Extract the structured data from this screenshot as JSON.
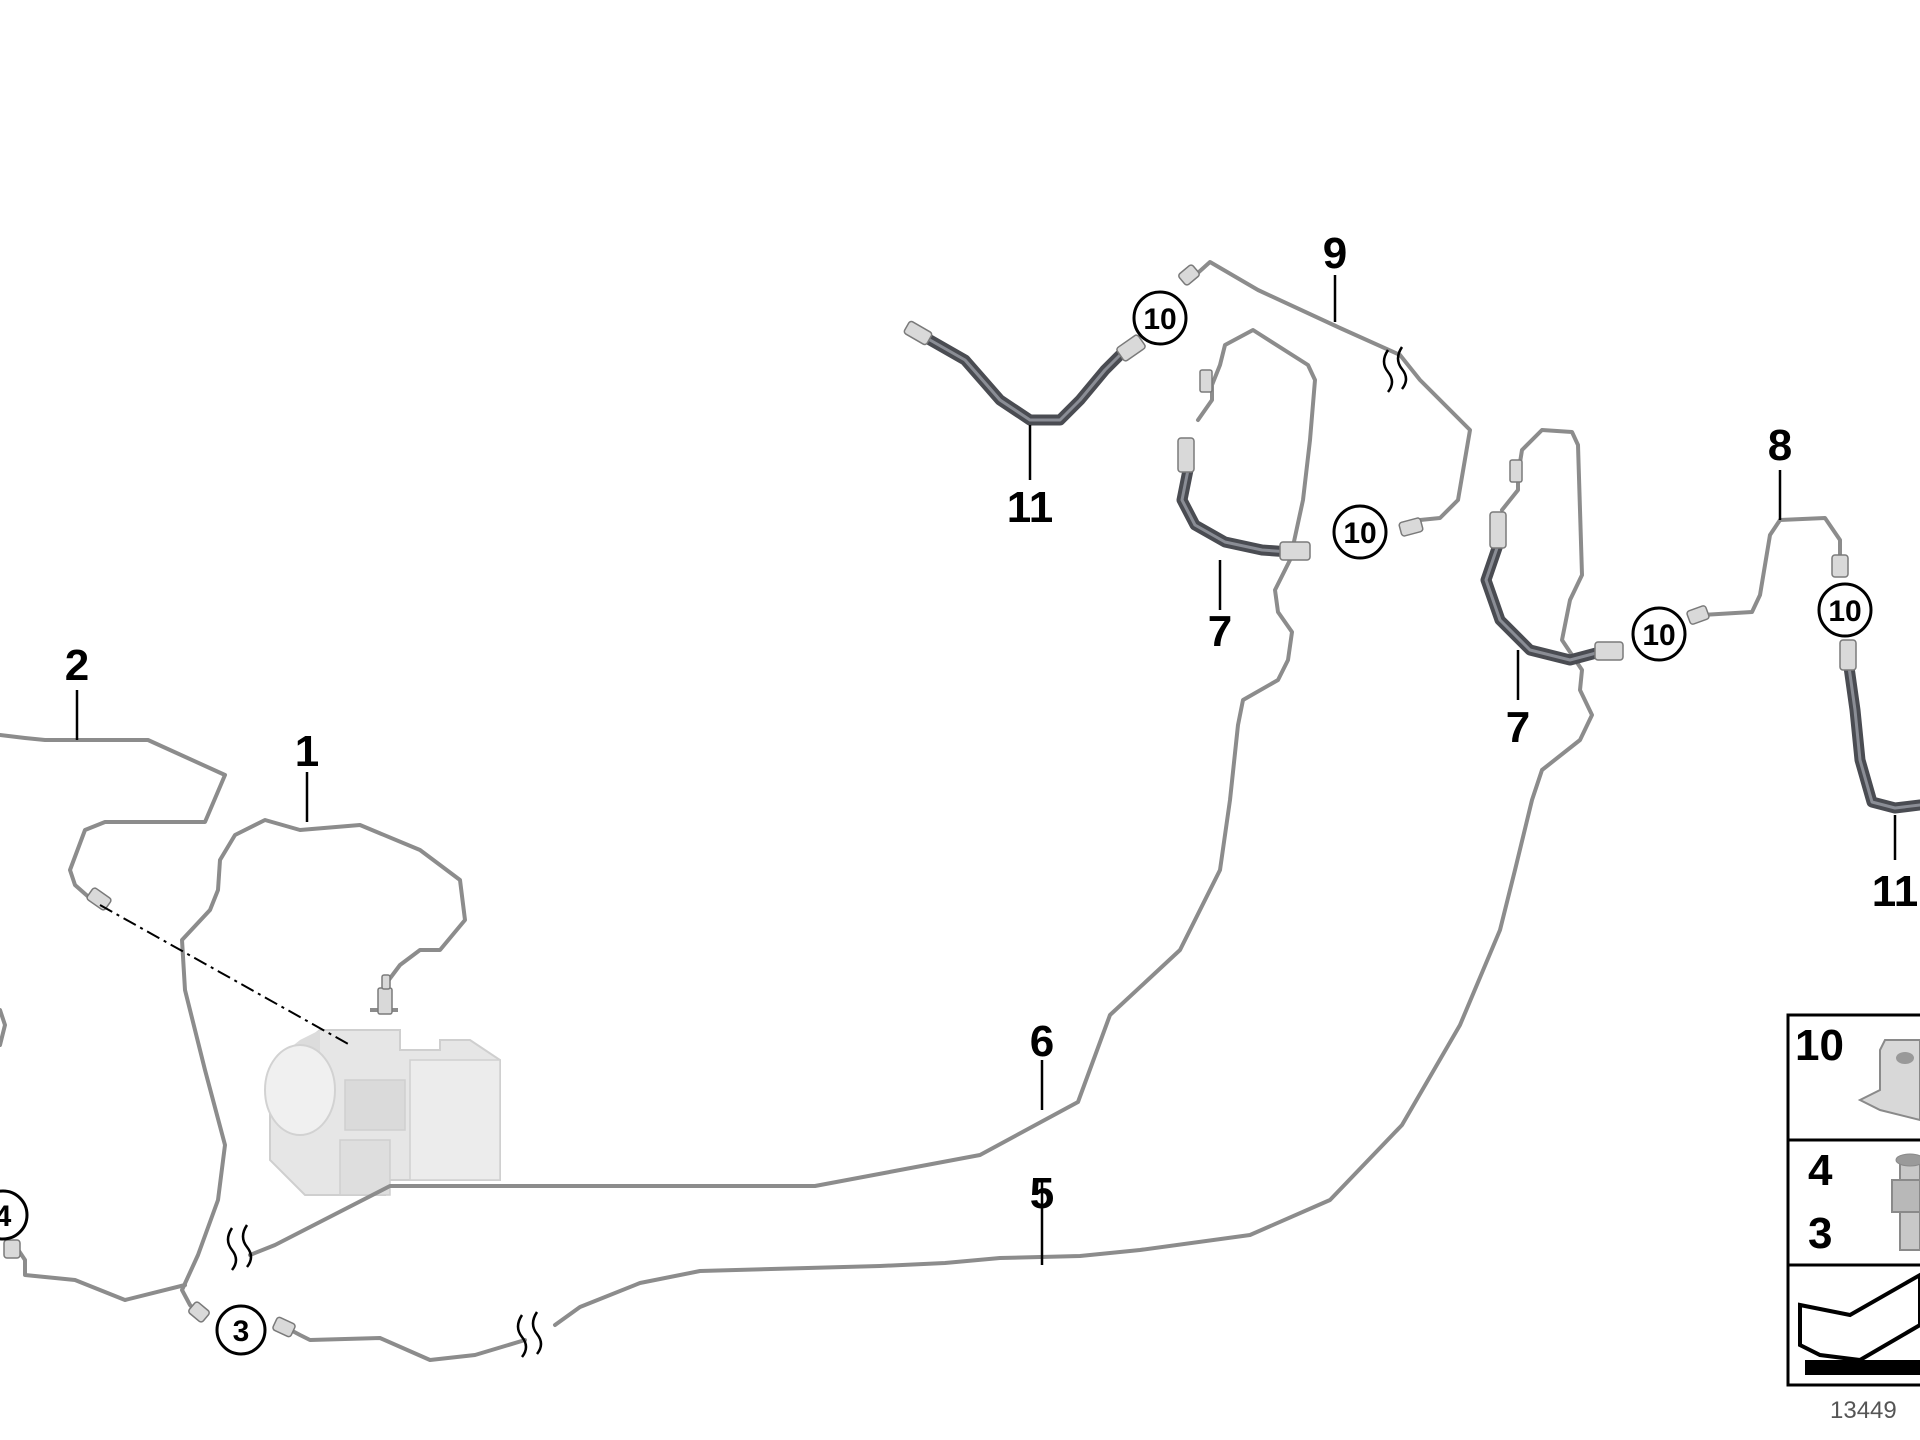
{
  "diagram": {
    "callouts": {
      "c1": "1",
      "c2": "2",
      "c5": "5",
      "c6": "6",
      "c7a": "7",
      "c7b": "7",
      "c8": "8",
      "c9": "9",
      "c11a": "11",
      "c11b": "11"
    },
    "circled": {
      "c3": "3",
      "c4": "4",
      "c10a": "10",
      "c10b": "10",
      "c10c": "10",
      "c10d": "10"
    },
    "legend": {
      "item_10": "10",
      "item_4": "4",
      "item_3": "3"
    },
    "reference_number": "13449"
  }
}
